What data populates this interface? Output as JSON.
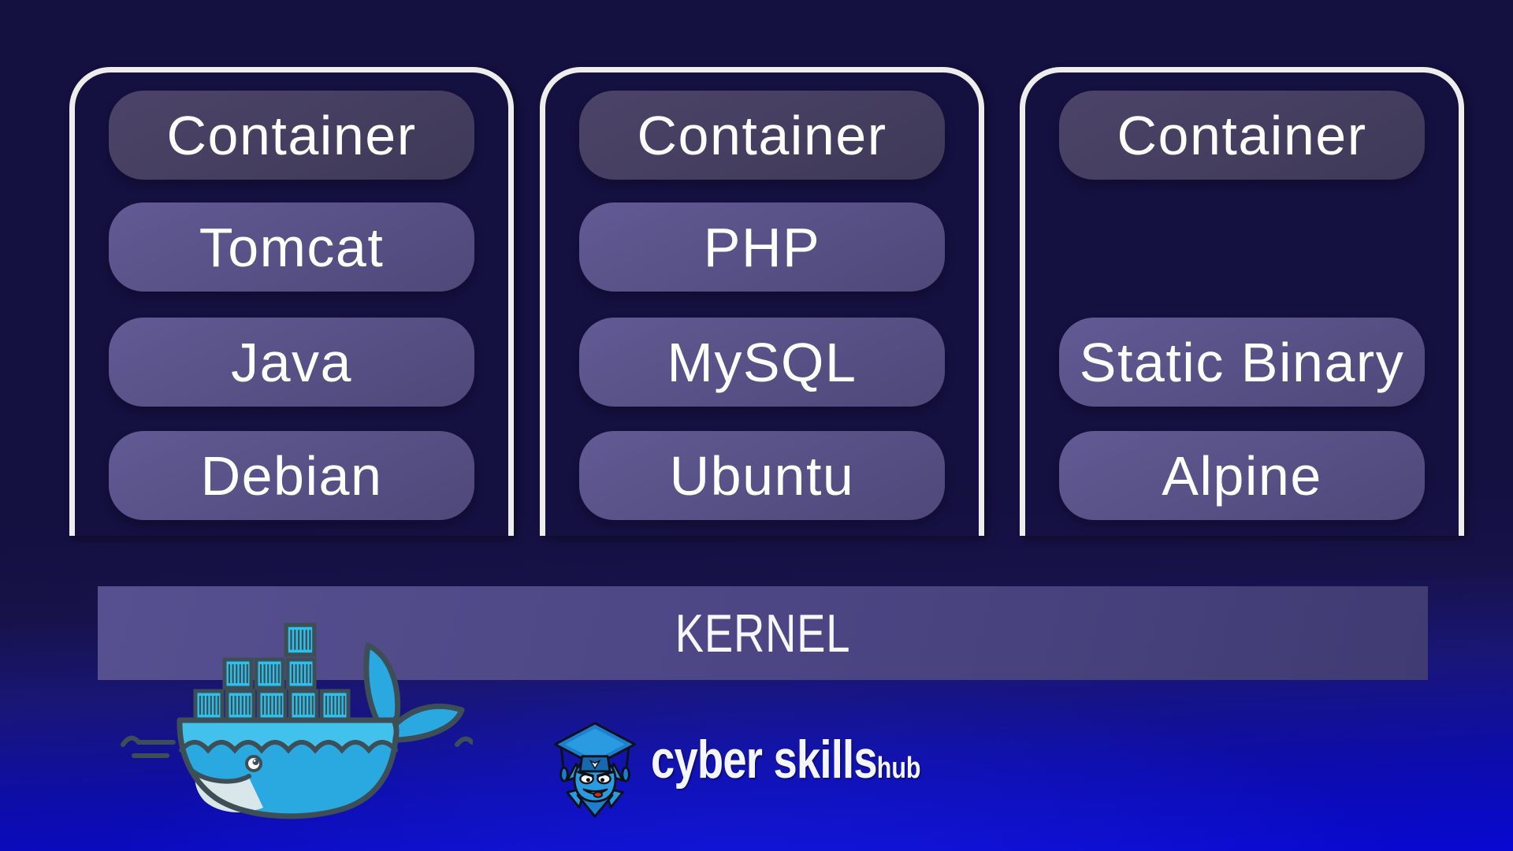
{
  "cards": [
    {
      "header": "Container",
      "pills": [
        {
          "label": "Tomcat"
        },
        {
          "label": "Java"
        },
        {
          "label": "Debian"
        }
      ]
    },
    {
      "header": "Container",
      "pills": [
        {
          "label": "PHP"
        },
        {
          "label": "MySQL"
        },
        {
          "label": "Ubuntu"
        }
      ]
    },
    {
      "header": "Container",
      "pills": [
        {
          "label": "Static Binary"
        },
        {
          "label": "Alpine"
        }
      ]
    }
  ],
  "kernel": {
    "label": "KERNEL"
  },
  "brand": {
    "primary": "cyber skills",
    "suffix": "hub"
  },
  "icons": {
    "whale": "docker-whale-logo",
    "mascot": "cyber-skills-mascot"
  },
  "colors": {
    "background_top": "#141040",
    "background_bottom": "#0808d2",
    "card_border": "#efedeb",
    "header_pill": "#453e60",
    "layer_pill": "#5a5289",
    "kernel_bar": "#4c4684",
    "text": "#ffffff",
    "docker_body_blue": "#2aa9e0",
    "container_cyan": "#2cc0ea",
    "outline_slate": "#3d4e57"
  }
}
